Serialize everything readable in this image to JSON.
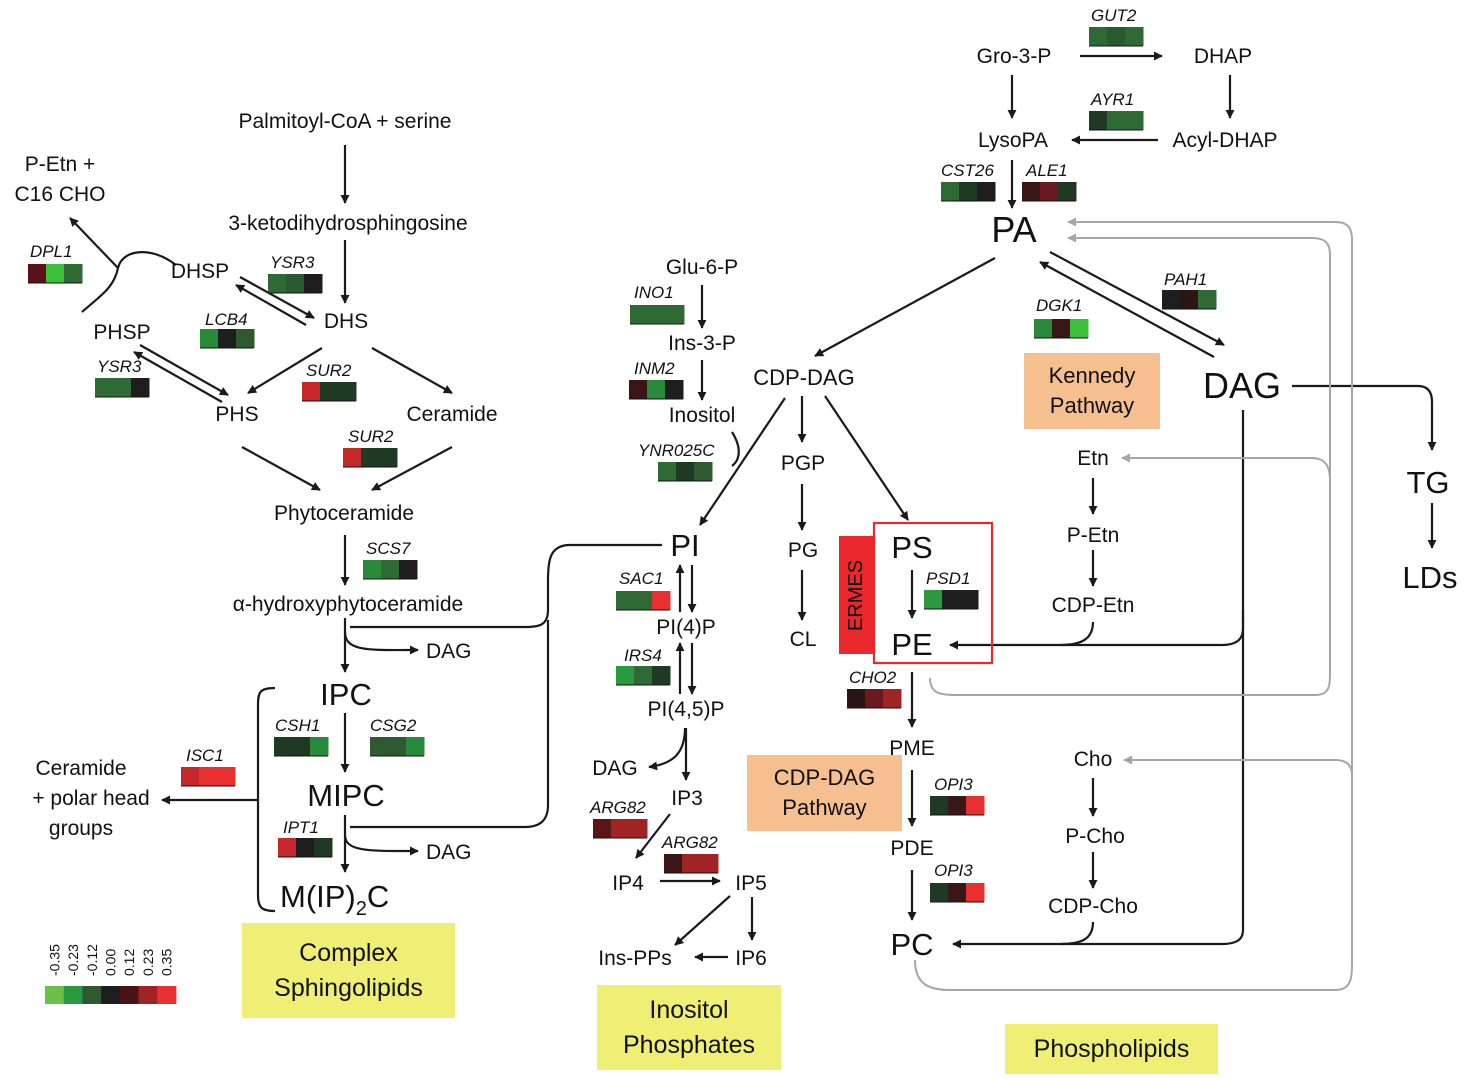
{
  "metabolites": {
    "palmitoyl_coa": "Palmitoyl-CoA + serine",
    "ketodihydro": "3-ketodihydrosphingosine",
    "petn_c16_line1": "P-Etn +",
    "petn_c16_line2": "C16 CHO",
    "dhsp": "DHSP",
    "dhs": "DHS",
    "phsp": "PHSP",
    "phs": "PHS",
    "ceramide": "Ceramide",
    "phytoceramide": "Phytoceramide",
    "alpha_hydroxy": "α-hydroxyphytoceramide",
    "dag_ipc": "DAG",
    "ipc": "IPC",
    "mipc": "MIPC",
    "dag_mipc": "DAG",
    "mip2c_base": "M(IP)",
    "mip2c_sub": "2",
    "mip2c_end": "C",
    "ceramide_polar_line1": "Ceramide",
    "ceramide_polar_line2": "+ polar head",
    "ceramide_polar_line3": "groups",
    "glu6p": "Glu-6-P",
    "ins3p": "Ins-3-P",
    "inositol": "Inositol",
    "pi": "PI",
    "pi4p": "PI(4)P",
    "pi45p": "PI(4,5)P",
    "dag_pi45p": "DAG",
    "ip3": "IP3",
    "ip4": "IP4",
    "ip5": "IP5",
    "ip6": "IP6",
    "ins_pps": "Ins-PPs",
    "gro3p": "Gro-3-P",
    "dhap": "DHAP",
    "lysopa": "LysoPA",
    "acyl_dhap": "Acyl-DHAP",
    "pa": "PA",
    "cdp_dag": "CDP-DAG",
    "dag_main": "DAG",
    "pgp": "PGP",
    "pg": "PG",
    "cl": "CL",
    "ps": "PS",
    "pe": "PE",
    "pme": "PME",
    "pde": "PDE",
    "pc": "PC",
    "etn": "Etn",
    "p_etn": "P-Etn",
    "cdp_etn": "CDP-Etn",
    "cho": "Cho",
    "p_cho": "P-Cho",
    "cdp_cho": "CDP-Cho",
    "tg": "TG",
    "lds": "LDs"
  },
  "genes": [
    {
      "name": "DPL1",
      "colors": [
        "#5a1216",
        "#3cbf3c",
        "#2f6a34"
      ]
    },
    {
      "name": "YSR3",
      "colors": [
        "#2f6a34",
        "#2a5a30",
        "#1e1e1e"
      ]
    },
    {
      "name": "LCB4",
      "colors": [
        "#2a8a3c",
        "#1e1e1e",
        "#2f5a30"
      ]
    },
    {
      "name": "YSR3",
      "colors": [
        "#2f6a34",
        "#2f6a34",
        "#1e1e1e"
      ]
    },
    {
      "name": "SUR2",
      "colors": [
        "#c4282a",
        "#1e3a22",
        "#1e3a22"
      ]
    },
    {
      "name": "SUR2",
      "colors": [
        "#c4282a",
        "#1e3a22",
        "#1e3a22"
      ]
    },
    {
      "name": "SCS7",
      "colors": [
        "#2a8a3c",
        "#2f6a34",
        "#1e1e1e"
      ]
    },
    {
      "name": "CSH1",
      "colors": [
        "#1e3a22",
        "#1e3a22",
        "#2a8a3c"
      ]
    },
    {
      "name": "CSG2",
      "colors": [
        "#2f5a30",
        "#2f5a30",
        "#2a8a3c"
      ]
    },
    {
      "name": "ISC1",
      "colors": [
        "#c4282a",
        "#e83030",
        "#e83030"
      ]
    },
    {
      "name": "IPT1",
      "colors": [
        "#c4282a",
        "#1e1e1e",
        "#1e3a22"
      ]
    },
    {
      "name": "INO1",
      "colors": [
        "#2f6a34",
        "#2f6a34",
        "#2f6a34"
      ]
    },
    {
      "name": "INM2",
      "colors": [
        "#3a1616",
        "#2a8a3c",
        "#1e1e1e"
      ]
    },
    {
      "name": "YNR025C",
      "colors": [
        "#2f6a34",
        "#1e3a22",
        "#2f5a30"
      ]
    },
    {
      "name": "SAC1",
      "colors": [
        "#2f6a34",
        "#2f6a34",
        "#e83030"
      ]
    },
    {
      "name": "IRS4",
      "colors": [
        "#2a9a40",
        "#2f6a34",
        "#1e3a22"
      ]
    },
    {
      "name": "ARG82",
      "colors": [
        "#5a1616",
        "#a02424",
        "#a02424"
      ]
    },
    {
      "name": "ARG82",
      "colors": [
        "#3a1616",
        "#a02424",
        "#a02424"
      ]
    },
    {
      "name": "GUT2",
      "colors": [
        "#2f6a34",
        "#2a5a30",
        "#2f6a34"
      ]
    },
    {
      "name": "AYR1",
      "colors": [
        "#1e3a22",
        "#2f6a34",
        "#2f6a34"
      ]
    },
    {
      "name": "CST26",
      "colors": [
        "#2f6a34",
        "#1e3a22",
        "#1e1e1e"
      ]
    },
    {
      "name": "ALE1",
      "colors": [
        "#3a1616",
        "#6a1a1e",
        "#1e3a22"
      ]
    },
    {
      "name": "PAH1",
      "colors": [
        "#1e1e1e",
        "#2a1414",
        "#2f6a34"
      ]
    },
    {
      "name": "DGK1",
      "colors": [
        "#2a8a3c",
        "#3a1616",
        "#3cbf3c"
      ]
    },
    {
      "name": "PSD1",
      "colors": [
        "#2a9a40",
        "#1e1e1e",
        "#1e1e1e"
      ]
    },
    {
      "name": "CHO2",
      "colors": [
        "#2a1414",
        "#6a1a1e",
        "#a02424"
      ]
    },
    {
      "name": "OPI3",
      "colors": [
        "#1e3a22",
        "#3a1616",
        "#e83030"
      ]
    },
    {
      "name": "OPI3",
      "colors": [
        "#1e3a22",
        "#3a1616",
        "#e83030"
      ]
    }
  ],
  "labels": {
    "complex_line1": "Complex",
    "complex_line2": "Sphingolipids",
    "inositol_line1": "Inositol",
    "inositol_line2": "Phosphates",
    "phospholipids": "Phospholipids",
    "kennedy_line1": "Kennedy",
    "kennedy_line2": "Pathway",
    "cdpdag_line1": "CDP-DAG",
    "cdpdag_line2": "Pathway",
    "ermes": "ERMES"
  },
  "legend": {
    "ticks": [
      "-0.35",
      "-0.23",
      "-0.12",
      "0.00",
      "0.12",
      "0.23",
      "0.35"
    ],
    "colors": [
      "#6cc04a",
      "#2a9a40",
      "#2f5a30",
      "#1e1e1e",
      "#4a1416",
      "#a02424",
      "#e83030"
    ]
  },
  "colors": {
    "arrow": "#1a1a1a",
    "gray_arrow": "#a6a6a6",
    "ermes_outline": "#e8282b"
  }
}
